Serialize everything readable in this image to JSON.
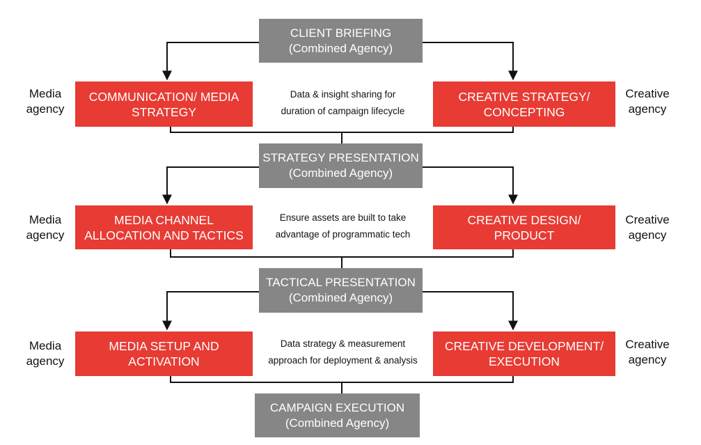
{
  "colors": {
    "phase_box": "#868686",
    "agency_box": "#e73b34",
    "connector": "#111111"
  },
  "phases": [
    {
      "line1": "CLIENT BRIEFING",
      "line2": "(Combined Agency)"
    },
    {
      "line1": "STRATEGY PRESENTATION",
      "line2": "(Combined Agency)"
    },
    {
      "line1": "TACTICAL PRESENTATION",
      "line2": "(Combined Agency)"
    },
    {
      "line1": "CAMPAIGN EXECUTION",
      "line2": "(Combined Agency)"
    }
  ],
  "rows": [
    {
      "media_box": {
        "line1": "COMMUNICATION/ MEDIA",
        "line2": "STRATEGY"
      },
      "creative_box": {
        "line1": "CREATIVE STRATEGY/",
        "line2": "CONCEPTING"
      },
      "note": {
        "line1": "Data & insight sharing for",
        "line2": "duration of campaign lifecycle"
      },
      "media_label": {
        "line1": "Media",
        "line2": "agency"
      },
      "creative_label": {
        "line1": "Creative",
        "line2": "agency"
      }
    },
    {
      "media_box": {
        "line1": "MEDIA CHANNEL",
        "line2": "ALLOCATION AND TACTICS"
      },
      "creative_box": {
        "line1": "CREATIVE DESIGN/",
        "line2": "PRODUCT"
      },
      "note": {
        "line1": "Ensure assets are built to take",
        "line2": "advantage of programmatic tech"
      },
      "media_label": {
        "line1": "Media",
        "line2": "agency"
      },
      "creative_label": {
        "line1": "Creative",
        "line2": "agency"
      }
    },
    {
      "media_box": {
        "line1": "MEDIA SETUP AND",
        "line2": "ACTIVATION"
      },
      "creative_box": {
        "line1": "CREATIVE DEVELOPMENT/",
        "line2": "EXECUTION"
      },
      "note": {
        "line1": "Data strategy & measurement",
        "line2": "approach for deployment & analysis"
      },
      "media_label": {
        "line1": "Media",
        "line2": "agency"
      },
      "creative_label": {
        "line1": "Creative",
        "line2": "agency"
      }
    }
  ]
}
